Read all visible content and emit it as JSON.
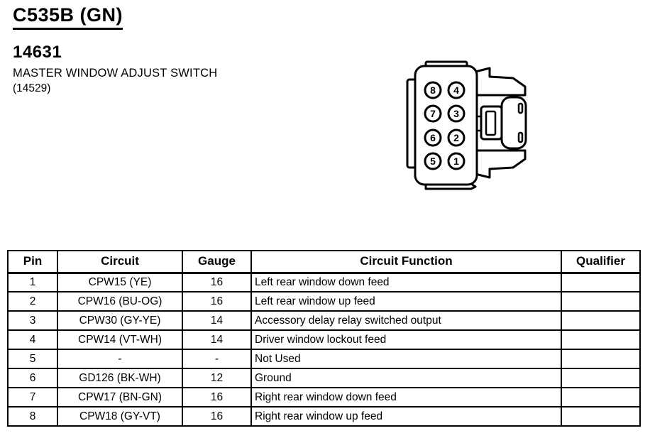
{
  "page": {
    "connector_id": "C535B (GN)",
    "part_number": "14631",
    "component_name": "MASTER WINDOW ADJUST SWITCH",
    "base_part_number": "(14529)"
  },
  "connector": {
    "description": "8-pin connector face view",
    "pins": [
      "8",
      "4",
      "7",
      "3",
      "6",
      "2",
      "5",
      "1"
    ]
  },
  "table": {
    "columns": [
      "Pin",
      "Circuit",
      "Gauge",
      "Circuit Function",
      "Qualifier"
    ],
    "rows": [
      [
        "1",
        "CPW15 (YE)",
        "16",
        "Left rear window down feed",
        ""
      ],
      [
        "2",
        "CPW16 (BU-OG)",
        "16",
        "Left rear window up feed",
        ""
      ],
      [
        "3",
        "CPW30 (GY-YE)",
        "14",
        "Accessory delay relay switched output",
        ""
      ],
      [
        "4",
        "CPW14 (VT-WH)",
        "14",
        "Driver window lockout feed",
        ""
      ],
      [
        "5",
        "-",
        "-",
        "Not Used",
        ""
      ],
      [
        "6",
        "GD126 (BK-WH)",
        "12",
        "Ground",
        ""
      ],
      [
        "7",
        "CPW17 (BN-GN)",
        "16",
        "Right rear window down feed",
        ""
      ],
      [
        "8",
        "CPW18 (GY-VT)",
        "16",
        "Right rear window up feed",
        ""
      ]
    ]
  },
  "colors": {
    "ink": "#000000",
    "paper": "#ffffff"
  }
}
